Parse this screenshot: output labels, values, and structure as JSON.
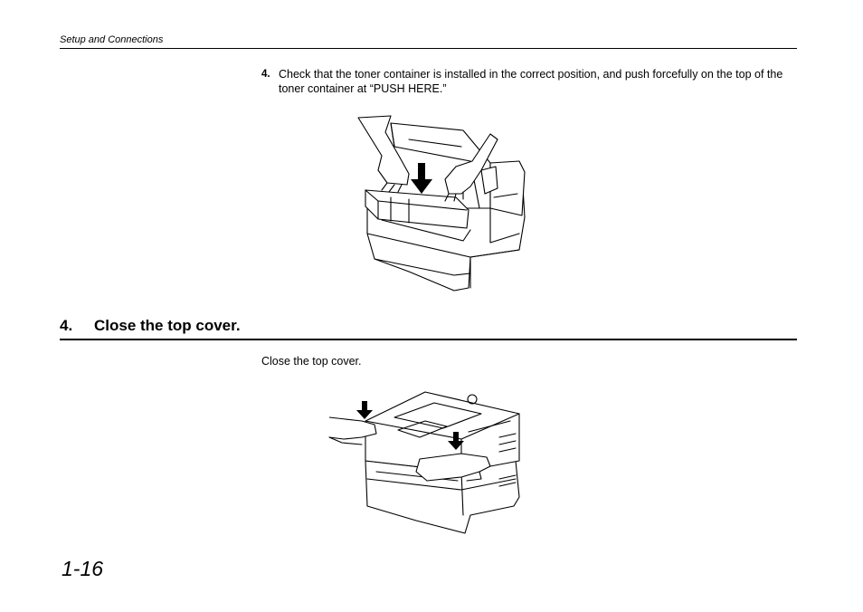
{
  "header": {
    "running_title": "Setup and Connections"
  },
  "step": {
    "number": "4.",
    "text": "Check that the toner container is installed in the correct position, and push forcefully on the top of the toner container at “PUSH HERE.”"
  },
  "section": {
    "number": "4.",
    "title": "Close the top cover."
  },
  "body": {
    "text": "Close the top cover."
  },
  "footer": {
    "page_number": "1-16"
  }
}
